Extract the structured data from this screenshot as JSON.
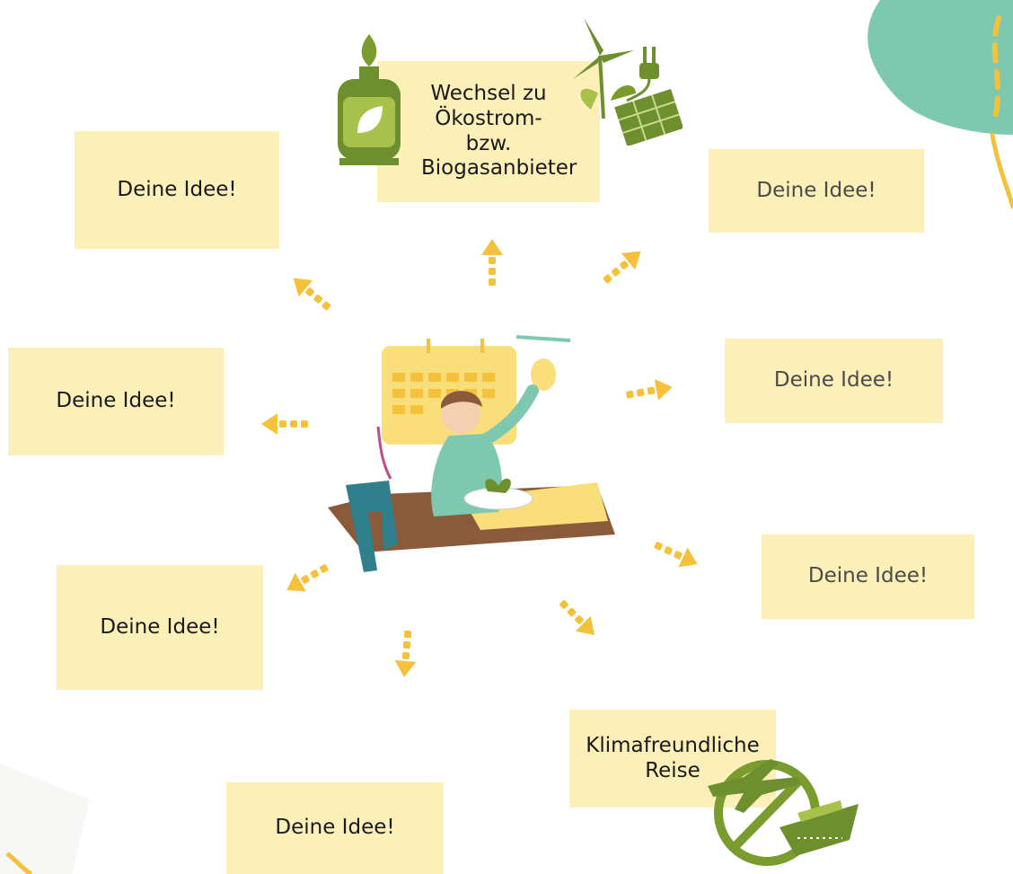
{
  "notes": [
    {
      "text": "Wechsel zu Ökostrom- bzw. Biogasanbieter"
    },
    {
      "text": "Deine Idee!"
    },
    {
      "text": "Deine Idee!"
    },
    {
      "text": "Deine Idee!"
    },
    {
      "text": "Deine Idee!"
    },
    {
      "text": "Deine Idee!"
    },
    {
      "text": "Deine Idee!"
    },
    {
      "text": "Deine Idee!"
    },
    {
      "text": "Klimafreundliche Reise"
    }
  ],
  "colors": {
    "note_bg": "#fcf0b8",
    "arrow": "#f5c13a",
    "teal": "#7ec8b0",
    "green": "#6e8f2e"
  },
  "icons": [
    "gas-bottle-icon",
    "wind-solar-icon",
    "no-flight-icon",
    "person-illustration"
  ]
}
